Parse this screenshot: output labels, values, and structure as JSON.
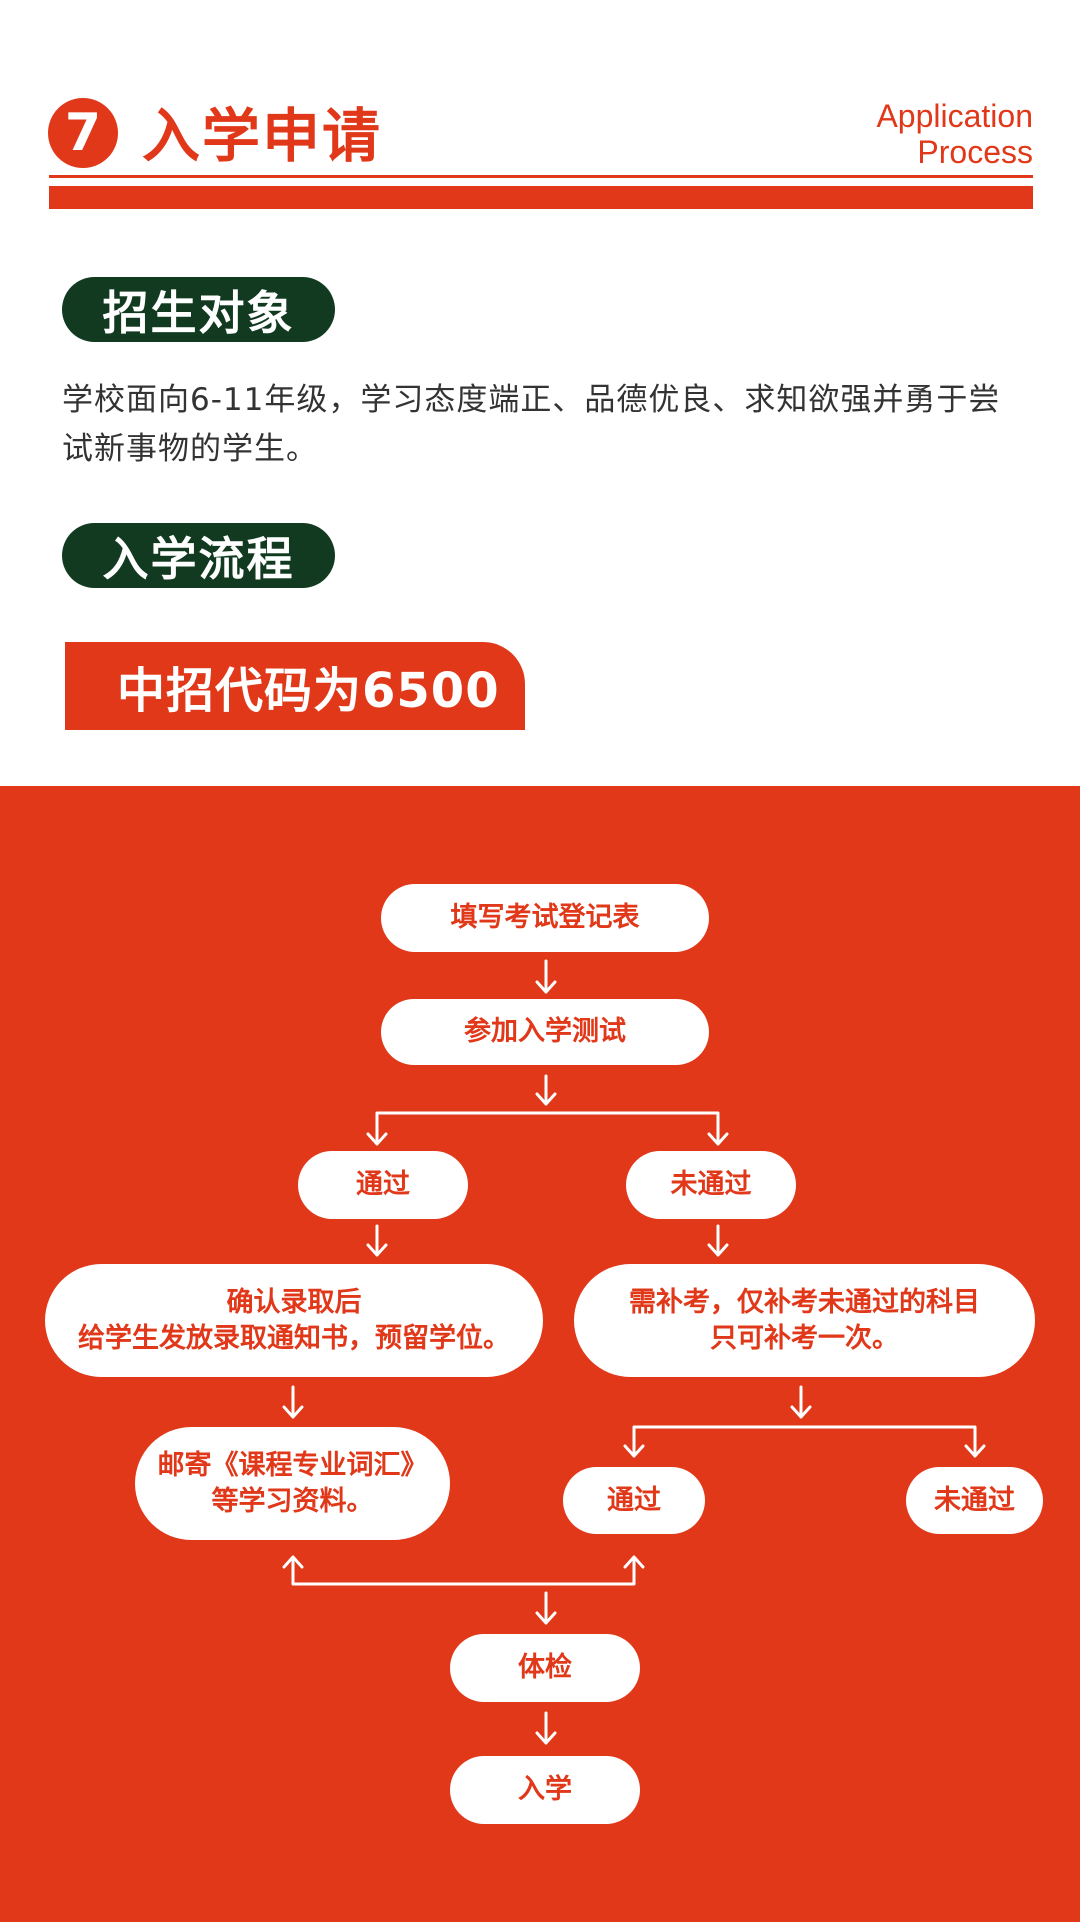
{
  "header": {
    "section_number": "7",
    "title": "入学申请",
    "en_title_line1": "Application",
    "en_title_line2": "Process"
  },
  "target": {
    "heading": "招生对象",
    "description": "学校面向6-11年级，学习态度端正、品德优良、求知欲强并勇于尝试新事物的学生。"
  },
  "process": {
    "heading": "入学流程",
    "code_label": "中招代码为6500"
  },
  "flow": {
    "fill_form": "填写考试登记表",
    "entrance_test": "参加入学测试",
    "pass": "通过",
    "fail": "未通过",
    "confirm_line1": "确认录取后",
    "confirm_line2": "给学生发放录取通知书，预留学位。",
    "retake_line1": "需补考，仅补考未通过的科目",
    "retake_line2": "只可补考一次。",
    "mail_line1": "邮寄《课程专业词汇》",
    "mail_line2": "等学习资料。",
    "retake_pass": "通过",
    "retake_fail": "未通过",
    "medical": "体检",
    "enroll": "入学"
  },
  "colors": {
    "brand_red": "#e1381a",
    "dark_green": "#113a20"
  }
}
